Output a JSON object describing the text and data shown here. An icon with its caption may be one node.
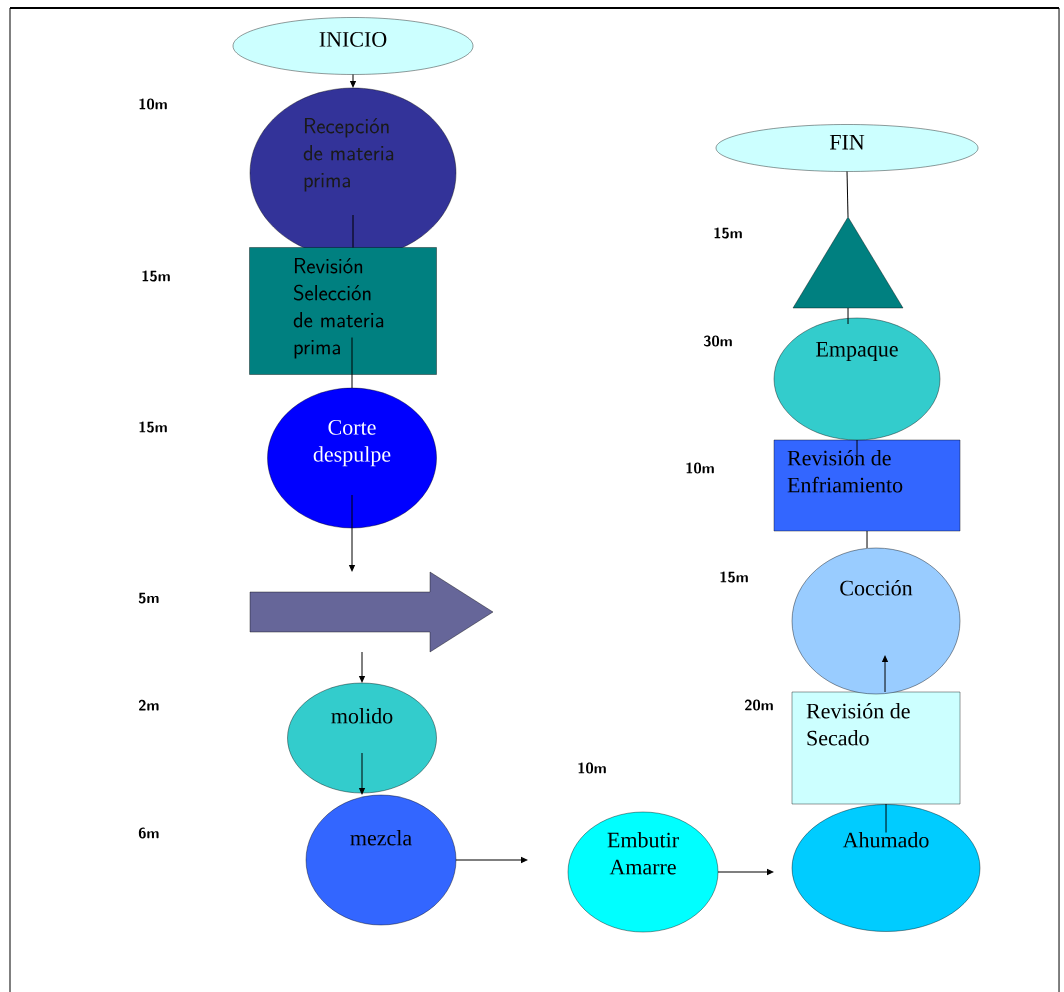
{
  "diagram": {
    "nodes": [
      {
        "text": [
          "INICIO"
        ]
      },
      {
        "text": [
          "Recepción de materia prima"
        ]
      },
      {
        "text": [
          "Revisión Selección de materia prima"
        ]
      },
      {
        "text": [
          "Corte despulpe"
        ]
      },
      {
        "text": [],
        "shape": "arrow"
      },
      {
        "text": [
          "molido"
        ]
      },
      {
        "text": [
          "mezcla"
        ]
      },
      {
        "text": [
          "Embutir Amarre"
        ],
        "beside": [
          "10m"
        ]
      },
      {
        "text": [
          "Ahumado"
        ]
      },
      {
        "text": [
          "Revisión de Secado"
        ],
        "beside": [
          "20m"
        ]
      },
      {
        "text": [
          "Cocción"
        ],
        "beside": [
          "15m"
        ]
      },
      {
        "text": [
          "Revisión de Enfriamiento"
        ]
      },
      {
        "text": [
          "Empaque"
        ],
        "beside": [
          "30m"
        ]
      },
      {
        "text": [],
        "shape": "triangle",
        "beside": [
          "15m"
        ]
      },
      {
        "text": [
          "FIN"
        ]
      }
    ],
    "edges": [
      {
        "from": 0,
        "to": 1,
        "arrow": "to"
      },
      {
        "from": 1,
        "to": 2,
        "arrow": "none"
      },
      {
        "from": 2,
        "to": 3,
        "arrow": "none"
      },
      {
        "from": 3,
        "to": 4,
        "arrow": "to"
      },
      {
        "from": 4,
        "to": 5,
        "arrow": "to"
      },
      {
        "from": 5,
        "to": 6,
        "arrow": "to"
      },
      {
        "from": 6,
        "to": 7,
        "arrow": "to"
      },
      {
        "from": 7,
        "to": 8,
        "arrow": "to"
      },
      {
        "from": 8,
        "to": 9,
        "arrow": "none"
      },
      {
        "from": 9,
        "to": 10,
        "arrow": "to"
      },
      {
        "from": 10,
        "to": 11,
        "arrow": "none"
      },
      {
        "from": 11,
        "to": 12,
        "arrow": "none"
      },
      {
        "from": 12,
        "to": 13,
        "arrow": "none"
      },
      {
        "from": 13,
        "to": 14,
        "arrow": "none"
      }
    ],
    "labels": [
      "10m",
      "15m",
      "15m",
      "10m",
      "5m",
      "2m",
      "6m"
    ]
  }
}
